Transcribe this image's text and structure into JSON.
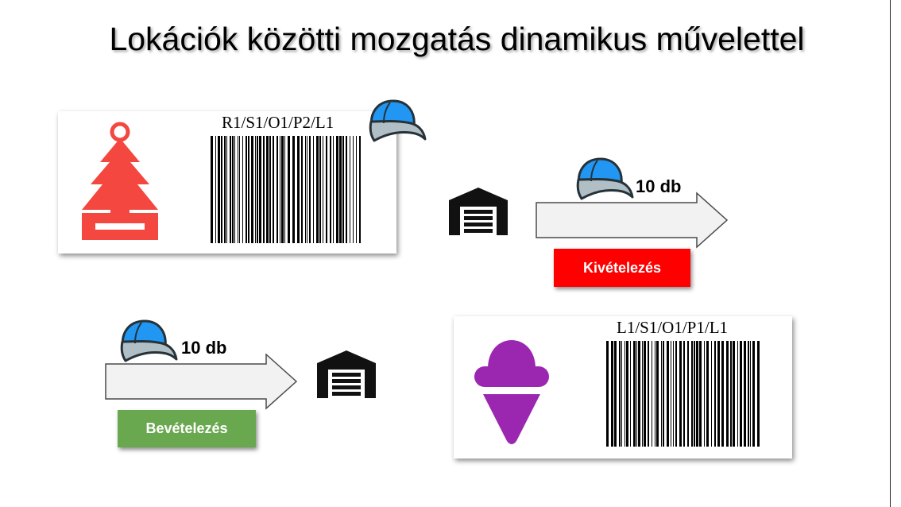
{
  "title": "Lokációk közötti mozgatás dinamikus művelettel",
  "colors": {
    "tree": "#f4473f",
    "icecream": "#9b27b0",
    "withdraw": "#ff0000",
    "receive": "#6aa84f",
    "cap_blue": "#2196f3",
    "cap_grey": "#b0bec5",
    "arrow_fill": "#f2f2f2"
  },
  "source": {
    "location": "R1/S1/O1/P2/L1",
    "product_icon": "tree-air-freshener-icon"
  },
  "destination": {
    "location": "L1/S1/O1/P1/L1",
    "product_icon": "ice-cream-icon"
  },
  "withdrawal": {
    "quantity": "10 db",
    "label": "Kivételezés"
  },
  "receipt": {
    "quantity": "10 db",
    "label": "Bevételezés"
  }
}
